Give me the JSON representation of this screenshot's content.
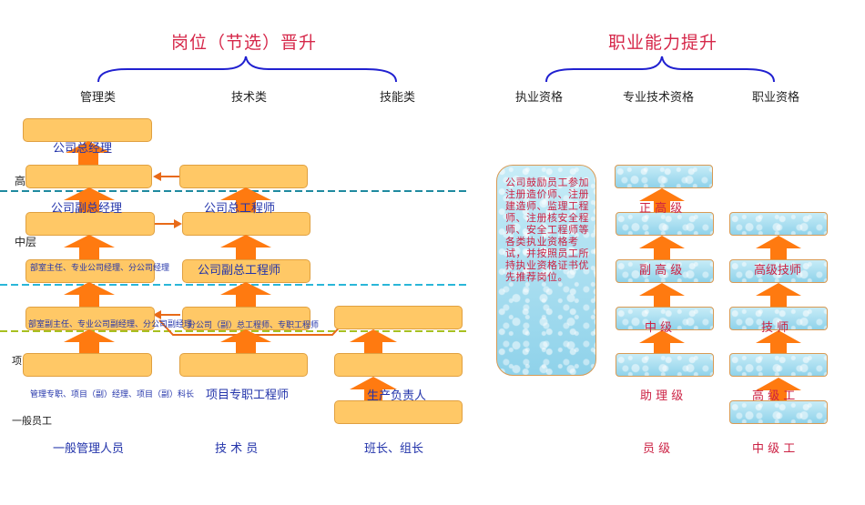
{
  "titles": {
    "left": "岗位（节选）晋升",
    "right": "职业能力提升"
  },
  "categories": {
    "mgmt": "管理类",
    "tech": "技术类",
    "skill": "技能类",
    "practice": "执业资格",
    "pro_tech": "专业技术资格",
    "vocational": "职业资格"
  },
  "levels": {
    "senior": "高层",
    "middle": "中层",
    "project_mid": "项目中层",
    "staff": "一般员工"
  },
  "mgmt_labels": {
    "gm": "公司总经理",
    "vgm": "公司副总经理",
    "dept_head": "部室主任、专业公司经理、分公司经理",
    "dept_deputy": "部室副主任、专业公司副经理、分公司副经理",
    "project_mgr": "管理专职、项目（副）经理、项目（副）科长",
    "general_mgr": "一般管理人员"
  },
  "tech_labels": {
    "chief_eng": "公司总工程师",
    "vice_chief_eng": "公司副总工程师",
    "branch_eng": "分公司（副）总工程师、专职工程师",
    "project_eng": "项目专职工程师",
    "technician": "技 术 员"
  },
  "skill_labels": {
    "prod_lead": "生产负责人",
    "team_lead": "班长、组长"
  },
  "note": "公司鼓励员工参加注册造价师、注册建造师、监理工程师、注册核安全程师、安全工程师等各类执业资格考试，并按照员工所持执业资格证书优先推荐岗位。",
  "pro_tech_labels": {
    "senior": "正 高 级",
    "vice_senior": "副 高 级",
    "intermediate": "中 级",
    "assistant": "助 理 级",
    "staff": "员 级"
  },
  "vocational_labels": {
    "senior_tech": "高级技师",
    "tech": "技 师",
    "senior_worker": "高 级 工",
    "mid_worker": "中 级 工"
  }
}
